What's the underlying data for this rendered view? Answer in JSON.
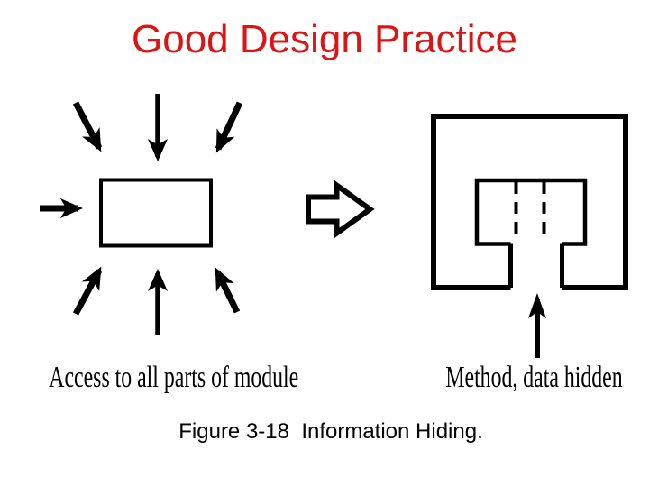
{
  "slide": {
    "background_color": "#ffffff",
    "title": {
      "text": "Good Design Practice",
      "color": "#dc1414"
    },
    "figure": {
      "ink_color": "#000000",
      "left_diagram": {
        "caption": "Access to all parts of module",
        "arrow_icons": [
          "inward-arrow-top-left",
          "inward-arrow-top",
          "inward-arrow-top-right",
          "inward-arrow-left",
          "inward-arrow-bottom-left",
          "inward-arrow-bottom",
          "inward-arrow-bottom-right"
        ]
      },
      "transform_arrow_icon": "hollow-right-arrow",
      "right_diagram": {
        "caption": "Method, data hidden",
        "access_arrow_icon": "up-arrow"
      }
    },
    "figure_caption": "Figure 3-18  Information Hiding."
  }
}
